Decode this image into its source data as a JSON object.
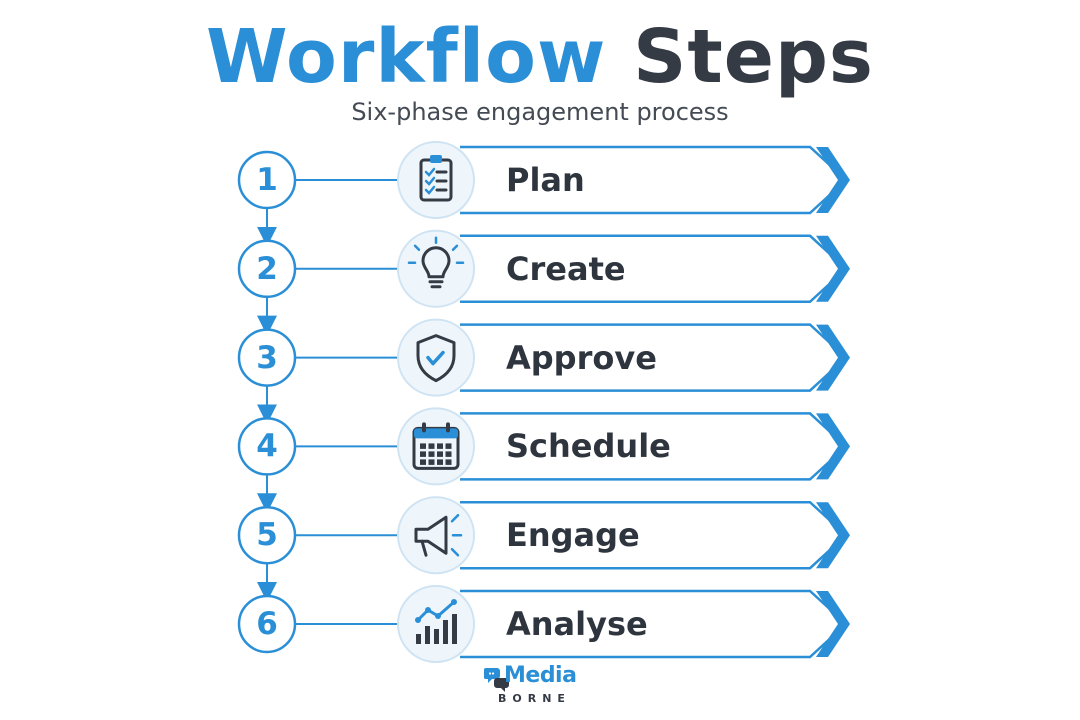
{
  "title": {
    "part1": "Workflow",
    "part2": "Steps"
  },
  "subtitle": "Six-phase engagement process",
  "colors": {
    "accent": "#2a8fd6",
    "dark": "#353b45",
    "circle_fill": "#eef6fc"
  },
  "steps": [
    {
      "number": "1",
      "label": "Plan",
      "icon": "clipboard-checklist-icon"
    },
    {
      "number": "2",
      "label": "Create",
      "icon": "lightbulb-icon"
    },
    {
      "number": "3",
      "label": "Approve",
      "icon": "shield-check-icon"
    },
    {
      "number": "4",
      "label": "Schedule",
      "icon": "calendar-icon"
    },
    {
      "number": "5",
      "label": "Engage",
      "icon": "megaphone-icon"
    },
    {
      "number": "6",
      "label": "Analyse",
      "icon": "bar-chart-trend-icon"
    }
  ],
  "logo": {
    "brand": "Media",
    "sub": "BORNE",
    "icon": "chat-bubbles-logo-icon"
  }
}
